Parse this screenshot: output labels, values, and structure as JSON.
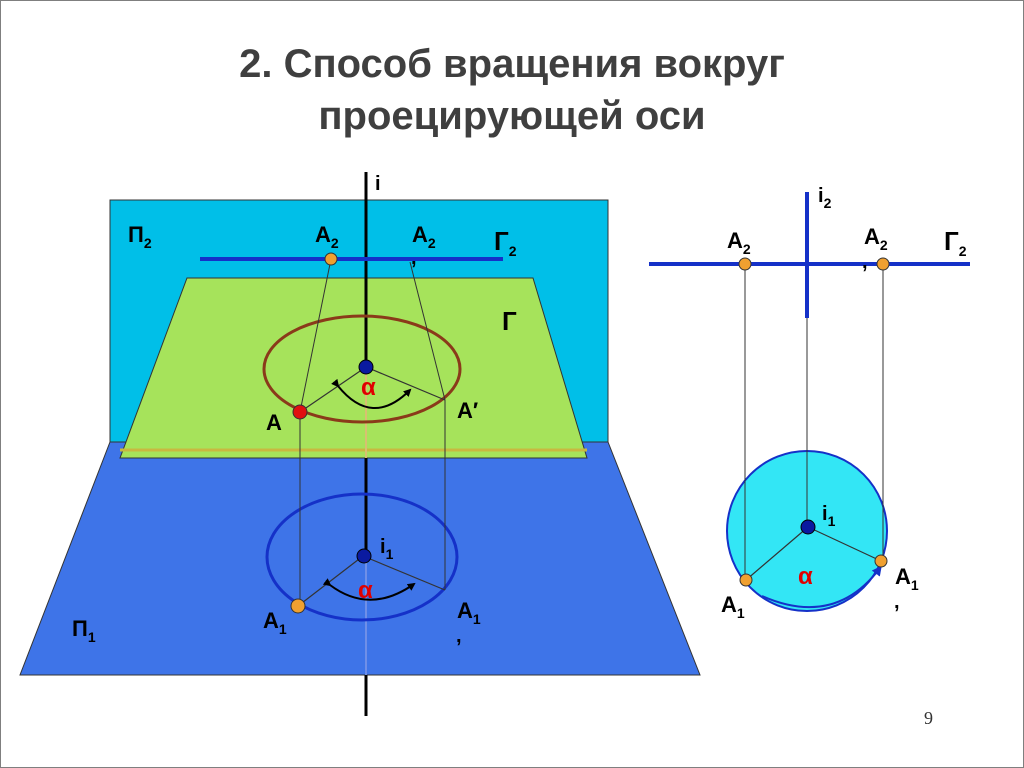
{
  "title": {
    "line1": "2. Способ вращения вокруг",
    "line2": "проецирующей оси"
  },
  "page_number": "9",
  "colors": {
    "frontal_plane": "#00bfe8",
    "horizontal_plane": "#3e74e8",
    "plane_gamma": "#a6e35b",
    "trace_line": "#1531c8",
    "rotation_circle_top": "#8a3a1a",
    "rotation_circle_bottom": "#1531c8",
    "point_orange": "#f0a030",
    "point_red": "#e01010",
    "axis_point": "#0a1aa0",
    "result_disc": "#33e6f5"
  },
  "left": {
    "axis": "i",
    "pi2": {
      "main": "П",
      "sub": "2"
    },
    "pi1": {
      "main": "П",
      "sub": "1"
    },
    "gamma": "Г",
    "gamma2": {
      "main": "Г",
      "sub": "2"
    },
    "A2": {
      "main": "А",
      "sub": "2"
    },
    "A2p": {
      "main": "А",
      "sub": "2",
      "prime": ","
    },
    "A": "А",
    "Ap": "А′",
    "alpha_top": "α",
    "i1": {
      "main": "i",
      "sub": "1"
    },
    "A1": {
      "main": "А",
      "sub": "1"
    },
    "A1p": {
      "main": "А",
      "sub": "1",
      "prime": ","
    },
    "alpha_bottom": "α"
  },
  "right": {
    "i2": {
      "main": "i",
      "sub": "2"
    },
    "A2": {
      "main": "А",
      "sub": "2"
    },
    "A2p": {
      "main": "А",
      "sub": "2",
      "prime": ","
    },
    "gamma2": {
      "main": "Г",
      "sub": "2"
    },
    "i1": {
      "main": "i",
      "sub": "1"
    },
    "alpha": "α",
    "A1": {
      "main": "А",
      "sub": "1"
    },
    "A1p": {
      "main": "А",
      "sub": "1",
      "prime": ","
    }
  }
}
